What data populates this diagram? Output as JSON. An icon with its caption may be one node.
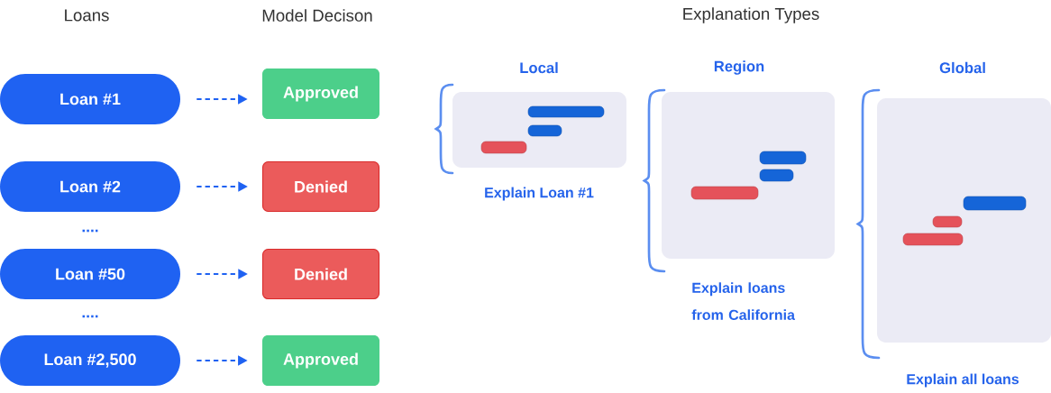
{
  "diagram": {
    "nodes": [
      {
        "text": [
          "Loan #1"
        ]
      },
      {
        "text": [
          "Loan #2"
        ]
      },
      {
        "text": [
          "Loan #50"
        ]
      },
      {
        "text": [
          "Loan #2,500"
        ]
      },
      {
        "text": [
          "Approved"
        ]
      },
      {
        "text": [
          "Denied"
        ]
      },
      {
        "text": [
          "Denied"
        ]
      },
      {
        "text": [
          "Approved"
        ]
      },
      {
        "text": [
          "Local"
        ],
        "beside": [
          "Explain Loan #1"
        ]
      },
      {
        "text": [
          "Region"
        ],
        "beside": [
          "Explain loans from California"
        ]
      },
      {
        "text": [
          "Global"
        ],
        "beside": [
          "Explain all loans"
        ]
      }
    ],
    "edges": [
      {
        "from": 0,
        "to": 4,
        "arrow": "to",
        "style": "dashed"
      },
      {
        "from": 1,
        "to": 5,
        "arrow": "to",
        "style": "dashed"
      },
      {
        "from": 2,
        "to": 6,
        "arrow": "to",
        "style": "dashed"
      },
      {
        "from": 3,
        "to": 7,
        "arrow": "to",
        "style": "dashed"
      }
    ],
    "labels": [
      "Loans",
      "Model Decison",
      "Explanation Types",
      "....",
      "...."
    ]
  }
}
